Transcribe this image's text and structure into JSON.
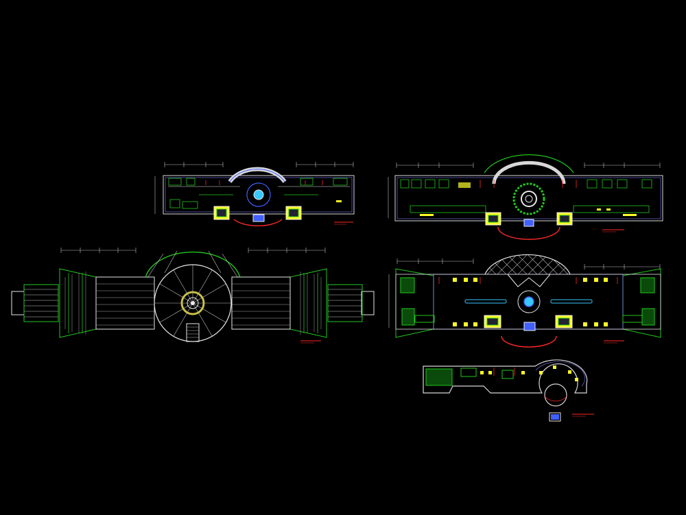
{
  "canvas": {
    "background": "#000000"
  },
  "colors": {
    "white": "#e8e8e8",
    "grey": "#a8a8a8",
    "green": "#22c81e",
    "blue": "#4060ff",
    "cyan": "#38c8ff",
    "red": "#ff2828",
    "yellow": "#ffff28",
    "magenta": "#e040c0",
    "title_block": "#ff2828"
  },
  "drawing": {
    "title": "",
    "plans": [
      {
        "id": "plan-ground-floor"
      },
      {
        "id": "plan-first-floor"
      },
      {
        "id": "plan-roof"
      },
      {
        "id": "plan-second-floor"
      },
      {
        "id": "plan-partial-wing"
      }
    ]
  }
}
